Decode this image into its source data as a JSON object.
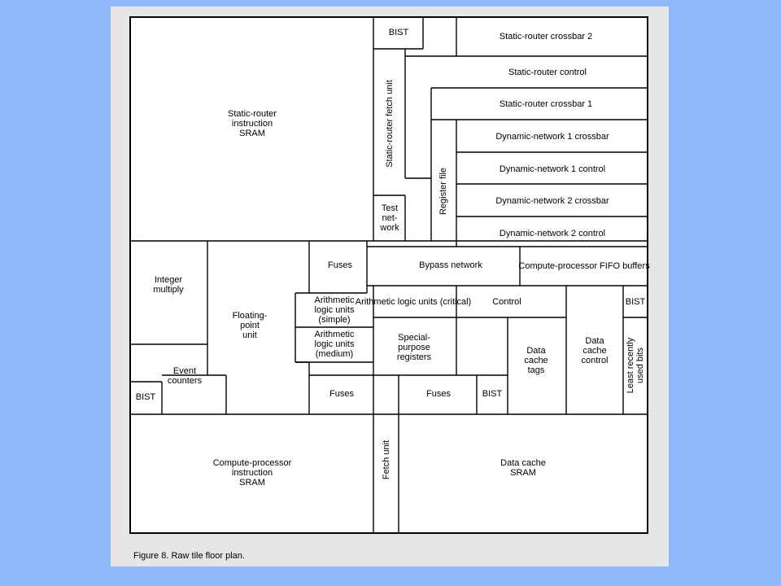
{
  "caption": "Figure 8. Raw tile floor plan.",
  "blocks": {
    "sr_sram": "Static-router\ninstruction\nSRAM",
    "bist_top": "BIST",
    "sr_crossbar2": "Static-router crossbar 2",
    "sr_fetch": "Static-router fetch unit",
    "sr_control": "Static-router control",
    "sr_crossbar1": "Static-router crossbar 1",
    "dn1_crossbar": "Dynamic-network 1 crossbar",
    "register_file": "Register file",
    "dn1_control": "Dynamic-network 1 control",
    "test_network": "Test\nnet-\nwork",
    "dn2_crossbar": "Dynamic-network 2 crossbar",
    "dn2_control": "Dynamic-network 2 control",
    "integer_multiply": "Integer\nmultiply",
    "fpu": "Floating-\npoint\nunit",
    "fuses_top": "Fuses",
    "bypass_network": "Bypass network",
    "cp_fifo": "Compute-processor\nFIFO buffers",
    "alu_simple": "Arithmetic\nlogic units\n(simple)",
    "alu_critical": "Arithmetic\nlogic units (critical)",
    "control": "Control",
    "bist_right": "BIST",
    "alu_medium": "Arithmetic\nlogic units\n(medium)",
    "special_regs": "Special-\npurpose\nregisters",
    "dcache_tags": "Data\ncache\ntags",
    "dcache_control": "Data\ncache\ncontrol",
    "lru_bits": "Least recently\nused bits",
    "event_counters": "Event\ncounters",
    "bist_left": "BIST",
    "fuses_mid": "Fuses",
    "fuses_right": "Fuses",
    "bist_mid": "BIST",
    "cp_sram": "Compute-processor\ninstruction\nSRAM",
    "fetch_unit": "Fetch unit",
    "dcache_sram": "Data cache\nSRAM"
  }
}
